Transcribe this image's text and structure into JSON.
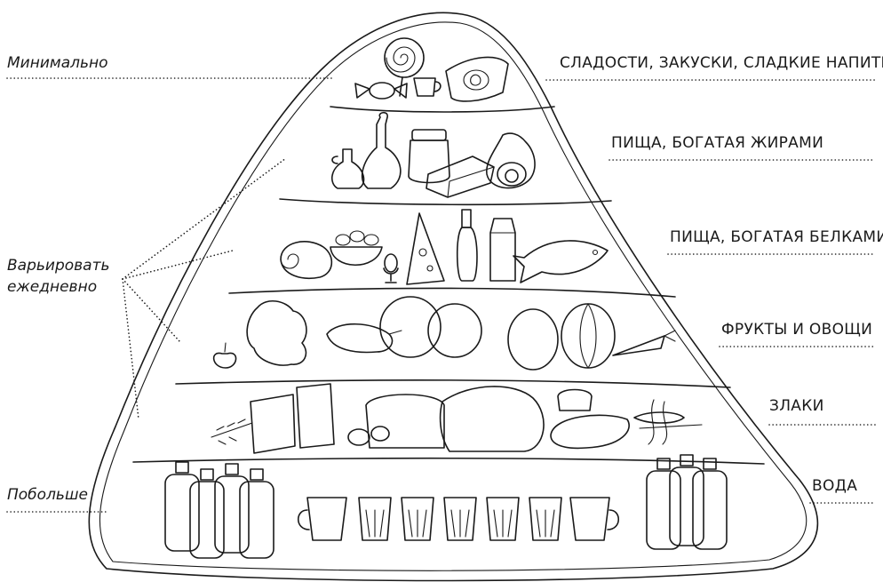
{
  "colors": {
    "ink": "#1a1a1a",
    "background": "#ffffff"
  },
  "frequency": {
    "minimal": "Минимально",
    "vary_line1": "Варьировать",
    "vary_line2": "ежедневно",
    "more": "Побольше"
  },
  "tiers": [
    {
      "label": "СЛАДОСТИ, ЗАКУСКИ, СЛАДКИЕ НАПИТКИ",
      "icons": [
        "lollipop-icon",
        "candy-icon",
        "cup-icon",
        "chips-bag-icon"
      ]
    },
    {
      "label": "ПИЩА, БОГАТАЯ ЖИРАМИ",
      "icons": [
        "oil-bottle-icon",
        "decanter-icon",
        "jar-icon",
        "butter-icon",
        "avocado-icon"
      ]
    },
    {
      "label": "ПИЩА, БОГАТАЯ БЕЛКАМИ",
      "icons": [
        "ham-icon",
        "eggs-bowl-icon",
        "egg-cup-icon",
        "cheese-icon",
        "bottle-icon",
        "milk-carton-icon",
        "fish-icon"
      ]
    },
    {
      "label": "ФРУКТЫ И ОВОЩИ",
      "icons": [
        "apple-icon",
        "lettuce-icon",
        "eggplant-icon",
        "cabbage-icon",
        "melon-icon",
        "pumpkin-icon",
        "carrot-icon"
      ]
    },
    {
      "label": "ЗЛАКИ",
      "icons": [
        "wheat-icon",
        "bread-box-icon",
        "potato-icon",
        "bread-loaf-icon",
        "flour-sack-icon",
        "baguette-icon",
        "noodles-icon"
      ]
    },
    {
      "label": "ВОДА",
      "icons": [
        "water-bottle-icon",
        "mug-icon",
        "glass-icon"
      ]
    }
  ]
}
